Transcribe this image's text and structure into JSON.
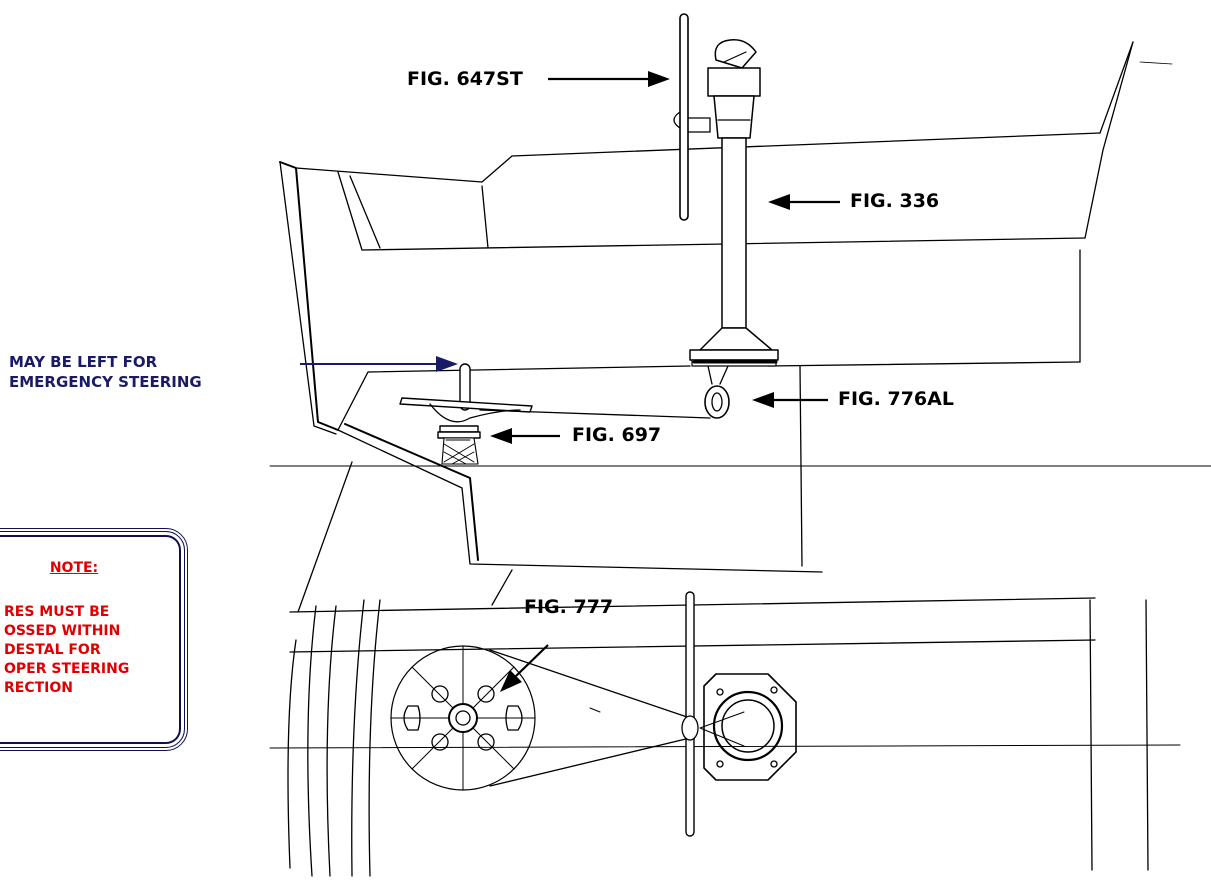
{
  "labels": {
    "fig_647st": "FIG. 647ST",
    "fig_336": "FIG. 336",
    "fig_776al": "FIG. 776AL",
    "fig_697": "FIG. 697",
    "fig_777": "FIG. 777",
    "emergency_line1": "MAY BE LEFT FOR",
    "emergency_line2": "EMERGENCY STEERING"
  },
  "note": {
    "title": "NOTE:",
    "text": "RES MUST BE\nOSSED WITHIN\nDESTAL FOR\nOPER STEERING\nRECTION"
  },
  "colors": {
    "line": "#000000",
    "navy": "#1a1a66",
    "note_red": "#e00000"
  }
}
